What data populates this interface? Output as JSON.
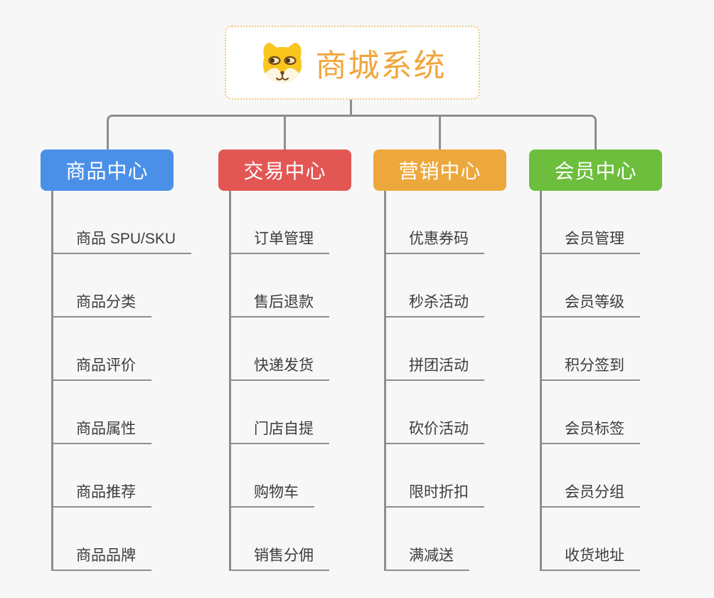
{
  "root": {
    "title": "商城系统",
    "icon": "dog-face-icon"
  },
  "colors": {
    "background": "#f7f7f7",
    "root_box_background": "#ffffff",
    "root_box_border": "#f2c57e",
    "root_title_text": "#f0a63c",
    "connector": "#8e8e8e",
    "item_text": "#3c3c3c",
    "branch_label_text": "#ffffff"
  },
  "branches": [
    {
      "label": "商品中心",
      "color": "#4a90e8",
      "items": [
        "商品 SPU/SKU",
        "商品分类",
        "商品评价",
        "商品属性",
        "商品推荐",
        "商品品牌"
      ]
    },
    {
      "label": "交易中心",
      "color": "#e25754",
      "items": [
        "订单管理",
        "售后退款",
        "快递发货",
        "门店自提",
        "购物车",
        "销售分佣"
      ]
    },
    {
      "label": "营销中心",
      "color": "#eda83d",
      "items": [
        "优惠券码",
        "秒杀活动",
        "拼团活动",
        "砍价活动",
        "限时折扣",
        "满减送"
      ]
    },
    {
      "label": "会员中心",
      "color": "#6cbe3c",
      "items": [
        "会员管理",
        "会员等级",
        "积分签到",
        "会员标签",
        "会员分组",
        "收货地址"
      ]
    }
  ]
}
